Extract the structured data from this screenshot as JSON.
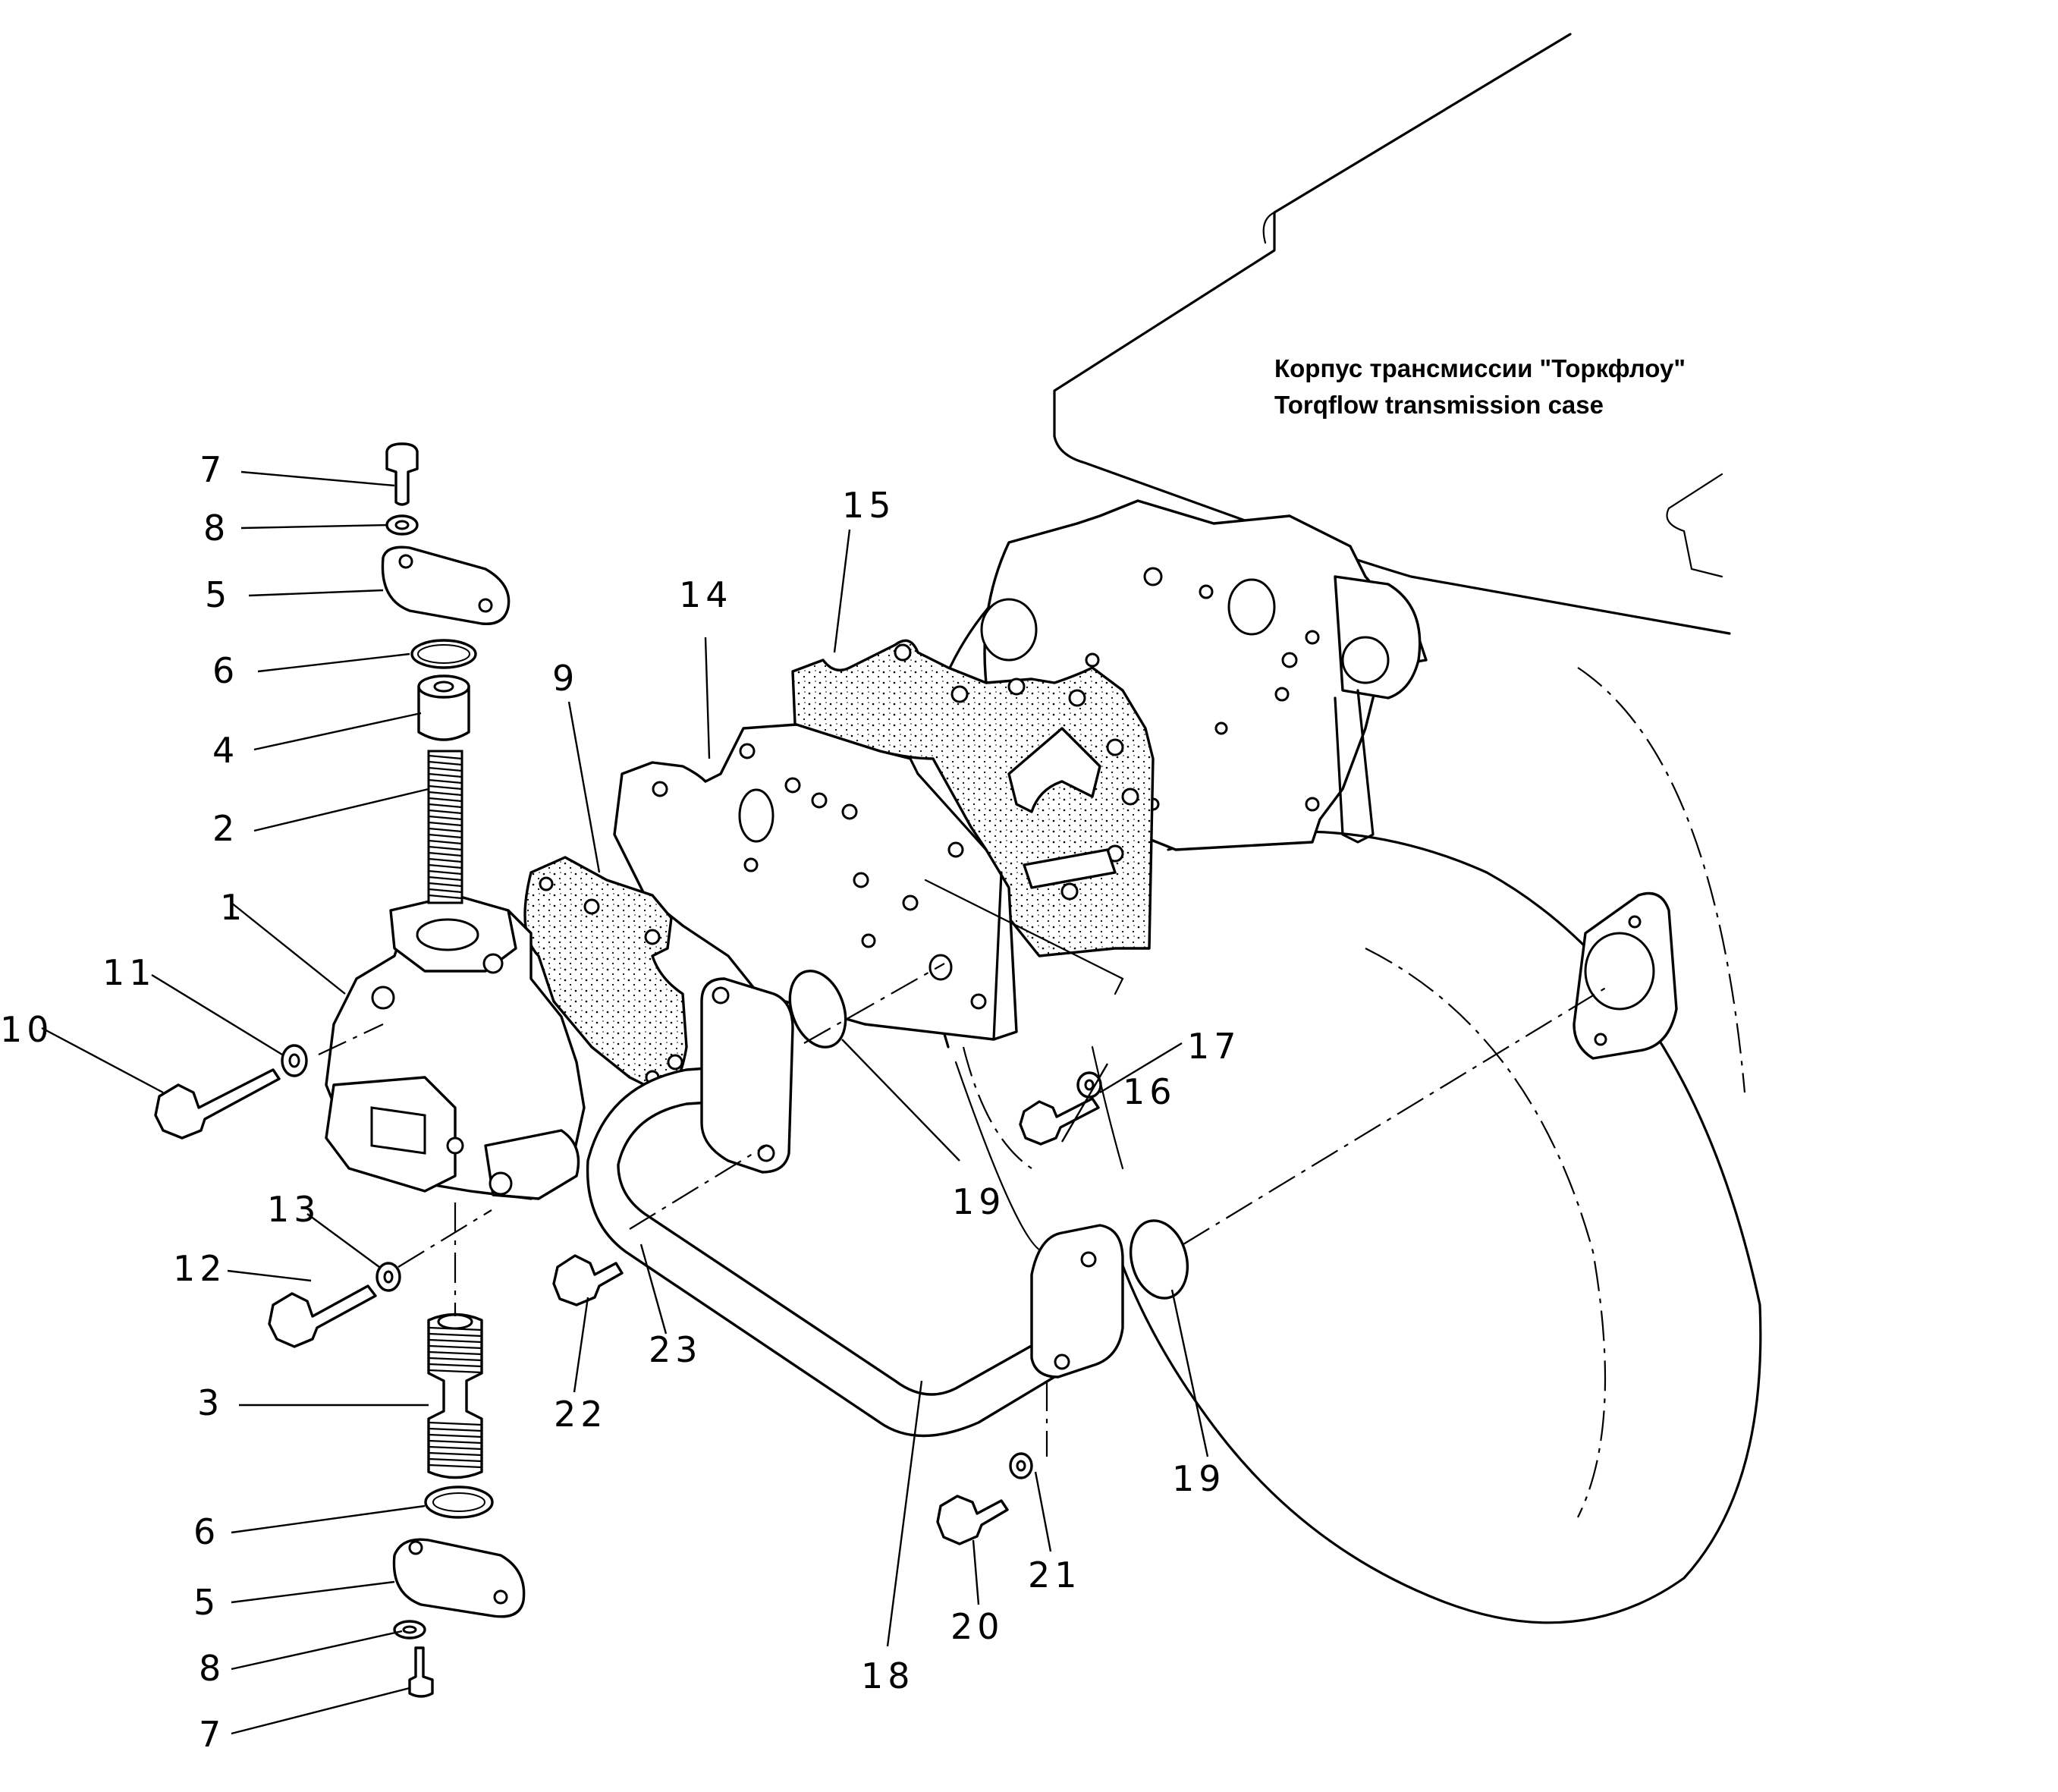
{
  "caption": {
    "line_ru": "Корпус трансмиссии \"Торкфлоу\"",
    "line_en": "Torqflow transmission case"
  },
  "labels": {
    "l1": "1",
    "l2": "2",
    "l3": "3",
    "l4": "4",
    "l5a": "5",
    "l5b": "5",
    "l6a": "6",
    "l6b": "6",
    "l7a": "7",
    "l7b": "7",
    "l8a": "8",
    "l8b": "8",
    "l9": "9",
    "l10": "10",
    "l11": "11",
    "l12": "12",
    "l13": "13",
    "l14": "14",
    "l15": "15",
    "l16": "16",
    "l17": "17",
    "l18": "18",
    "l19a": "19",
    "l19b": "19",
    "l20": "20",
    "l21": "21",
    "l22": "22",
    "l23": "23"
  }
}
